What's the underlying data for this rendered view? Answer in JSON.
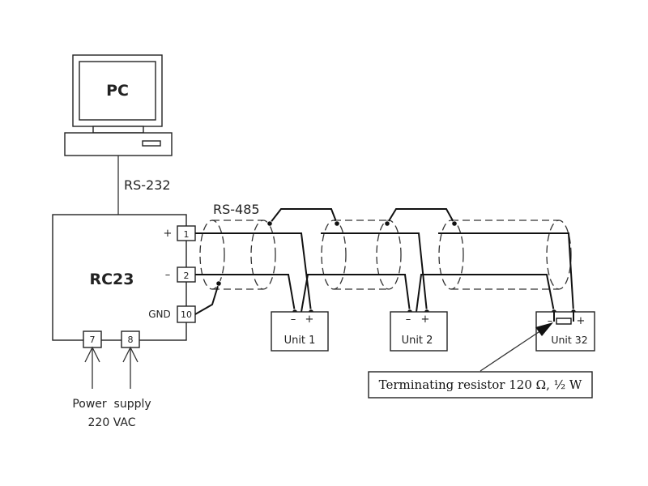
{
  "pc": {
    "label": "PC"
  },
  "rs232": {
    "label": "RS-232"
  },
  "rs485": {
    "label": "RS-485"
  },
  "controller": {
    "label": "RC23",
    "terminals": {
      "t1": "1",
      "t2": "2",
      "t10": "10",
      "t7": "7",
      "t8": "8"
    },
    "polarity": {
      "plus": "+",
      "minus": "–",
      "gnd": "GND"
    }
  },
  "units": [
    {
      "name": "Unit 1",
      "minus": "–",
      "plus": "+"
    },
    {
      "name": "Unit 2",
      "minus": "–",
      "plus": "+"
    },
    {
      "name": "Unit 32",
      "minus": "–",
      "plus": "+"
    }
  ],
  "terminator": {
    "label": "Terminating resistor 120 Ω, ½ W"
  },
  "power": {
    "line1": "Power  supply",
    "line2": "220 VAC"
  },
  "colors": {
    "line": "#111111",
    "background": "#ffffff"
  }
}
